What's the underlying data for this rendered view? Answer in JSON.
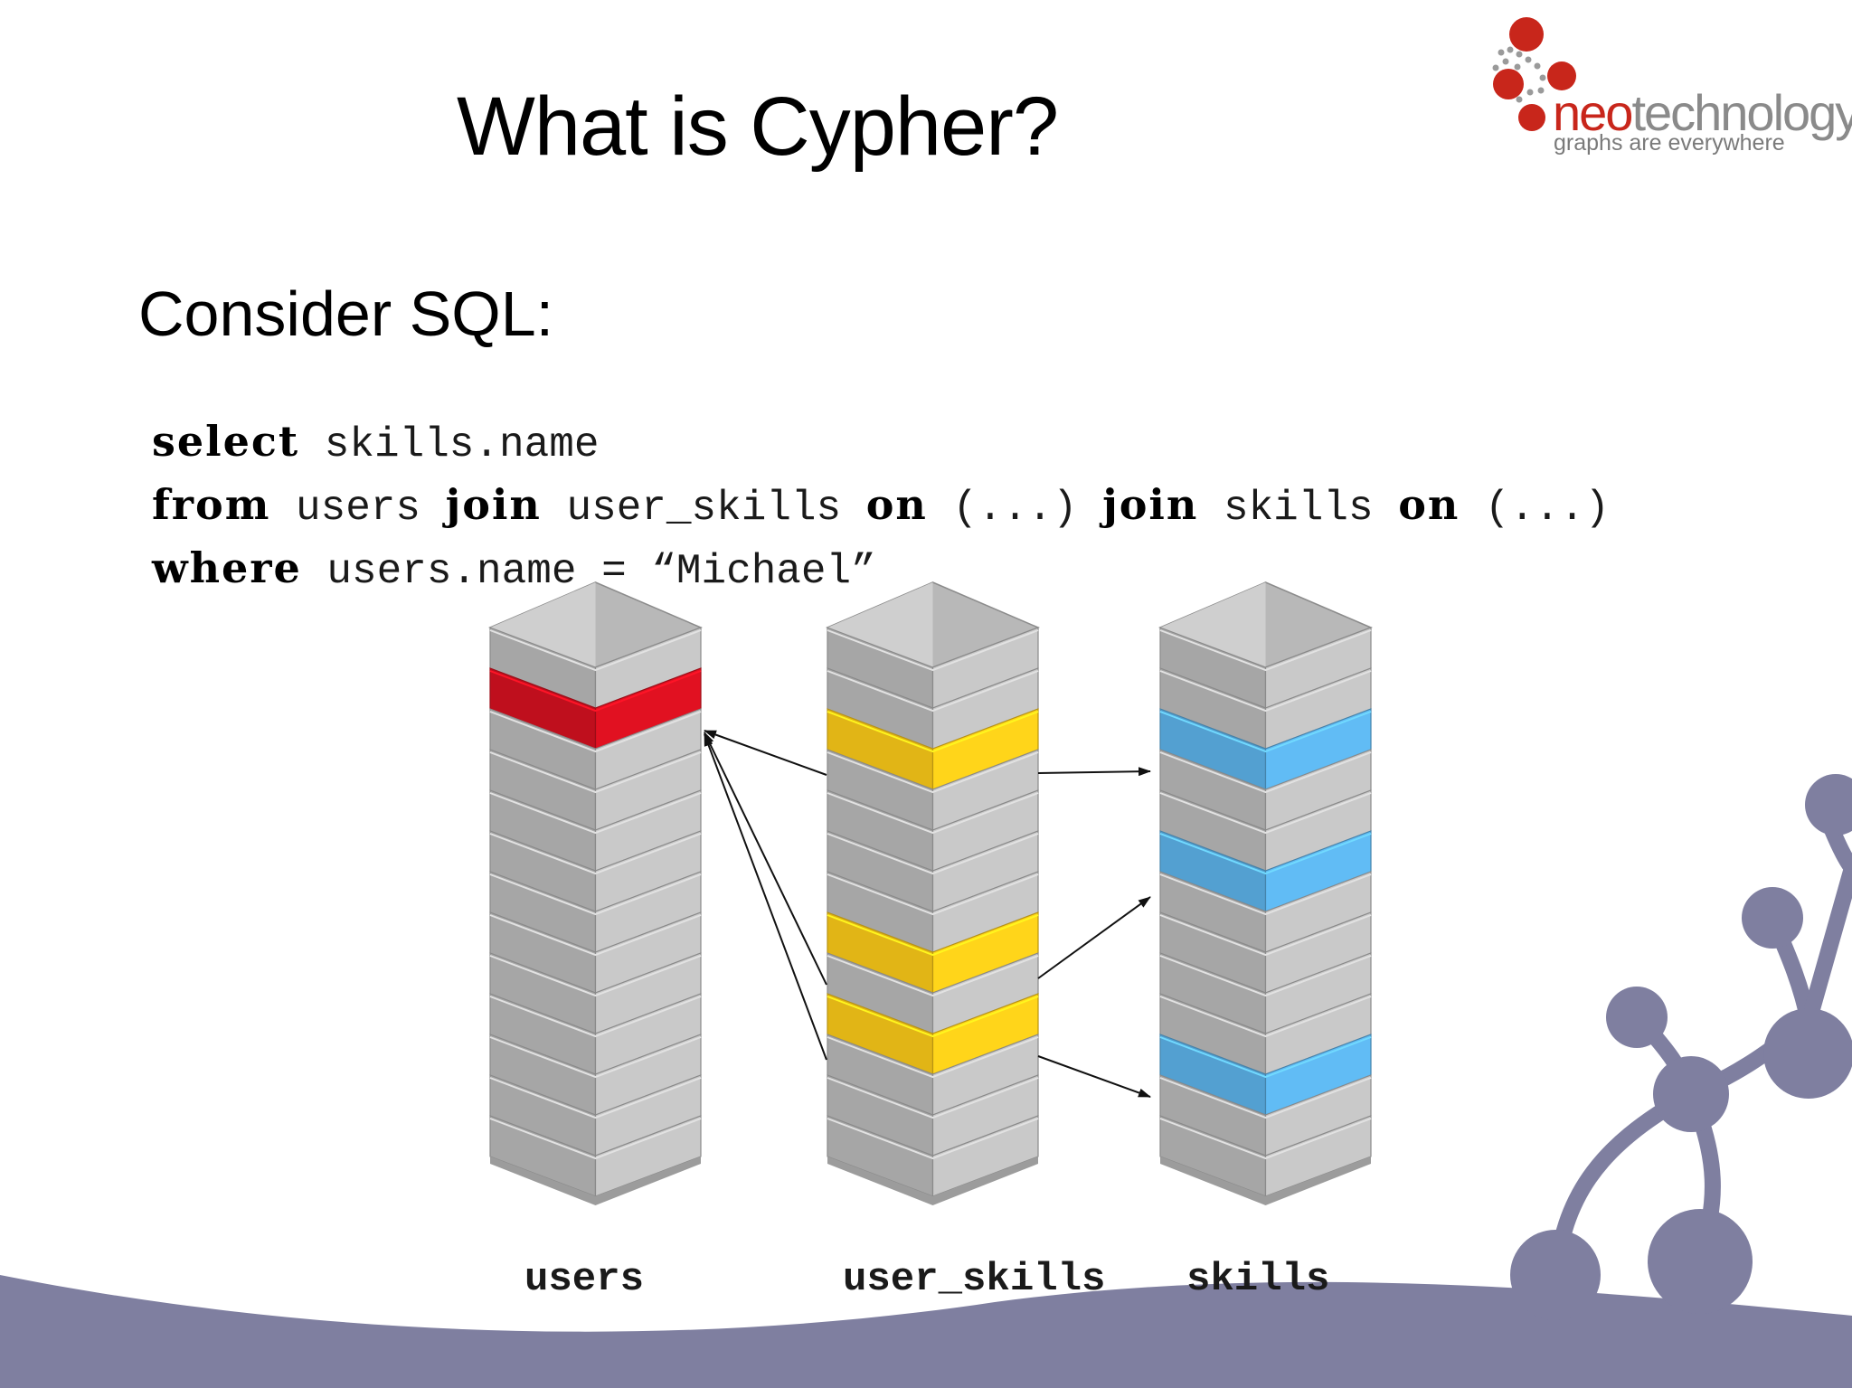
{
  "slide": {
    "title": "What is Cypher?",
    "subtitle": "Consider SQL:"
  },
  "logo": {
    "brand_primary": "neo",
    "brand_secondary": "technology",
    "tagline": "graphs are everywhere",
    "colors": {
      "primary": "#c8261b",
      "secondary": "#8a8a8a"
    }
  },
  "code": {
    "line1": {
      "kw1": "select",
      "rest1": " skills.name"
    },
    "line2": {
      "kw1": "from",
      "t1": " users ",
      "kw2": "join",
      "t2": " user_skills ",
      "kw3": "on",
      "t3": " (...) ",
      "kw4": "join",
      "t4": " skills ",
      "kw5": "on",
      "t5": " (...)"
    },
    "line3": {
      "kw1": "where",
      "t1": " users.name = “Michael”"
    }
  },
  "diagram": {
    "tables": [
      {
        "label": "users",
        "highlight_color": "#d0101f",
        "highlighted_rows": [
          1
        ]
      },
      {
        "label": "user_skills",
        "highlight_color": "#f5c518",
        "highlighted_rows": [
          2,
          7,
          9
        ]
      },
      {
        "label": "skills",
        "highlight_color": "#5aaee3",
        "highlighted_rows": [
          2,
          5,
          10
        ]
      }
    ],
    "row_count": 13
  },
  "colors": {
    "footer_wave": "#7f7fa0"
  }
}
